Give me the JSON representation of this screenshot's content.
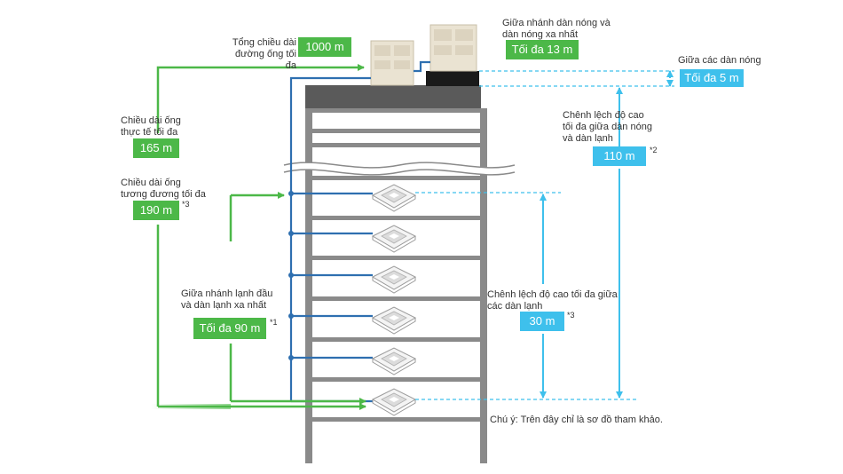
{
  "labels": {
    "total_pipe": [
      "Tổng chiều dài",
      "đường ống tối đa"
    ],
    "outdoor_branch": [
      "Giữa nhánh dàn nóng và",
      "dàn nóng xa nhất"
    ],
    "between_outdoor": "Giữa các dàn nóng",
    "actual_pipe": [
      "Chiều dài ống",
      "thực tế tối đa"
    ],
    "equiv_pipe": [
      "Chiều dài ống",
      "tương đương tối đa"
    ],
    "height_outdoor_indoor": [
      "Chênh lệch độ cao",
      "tối đa giữa dàn nóng",
      "và dàn lạnh"
    ],
    "indoor_branch": [
      "Giữa nhánh lạnh đầu",
      "và dàn lạnh xa nhất"
    ],
    "height_indoor": [
      "Chênh lệch độ cao tối đa giữa",
      "các dàn lạnh"
    ],
    "note": "Chú ý: Trên đây chỉ là sơ đồ tham khảo."
  },
  "values": {
    "total_pipe": "1000 m",
    "outdoor_branch": "Tối đa 13 m",
    "between_outdoor": "Tối đa 5 m",
    "actual_pipe": "165 m",
    "equiv_pipe": "190 m",
    "height_outdoor_indoor": "110 m",
    "indoor_branch": "Tối đa 90 m",
    "height_indoor": "30 m"
  },
  "footnotes": {
    "equiv_pipe": "*3",
    "height_outdoor_indoor": "*2",
    "indoor_branch": "*1",
    "height_indoor": "*3"
  },
  "colors": {
    "green": "#4cb848",
    "blue": "#3ec0ec",
    "pipe_blue": "#2e6fb0",
    "building": "#8a8a8a",
    "roof": "#5a5a5a"
  }
}
